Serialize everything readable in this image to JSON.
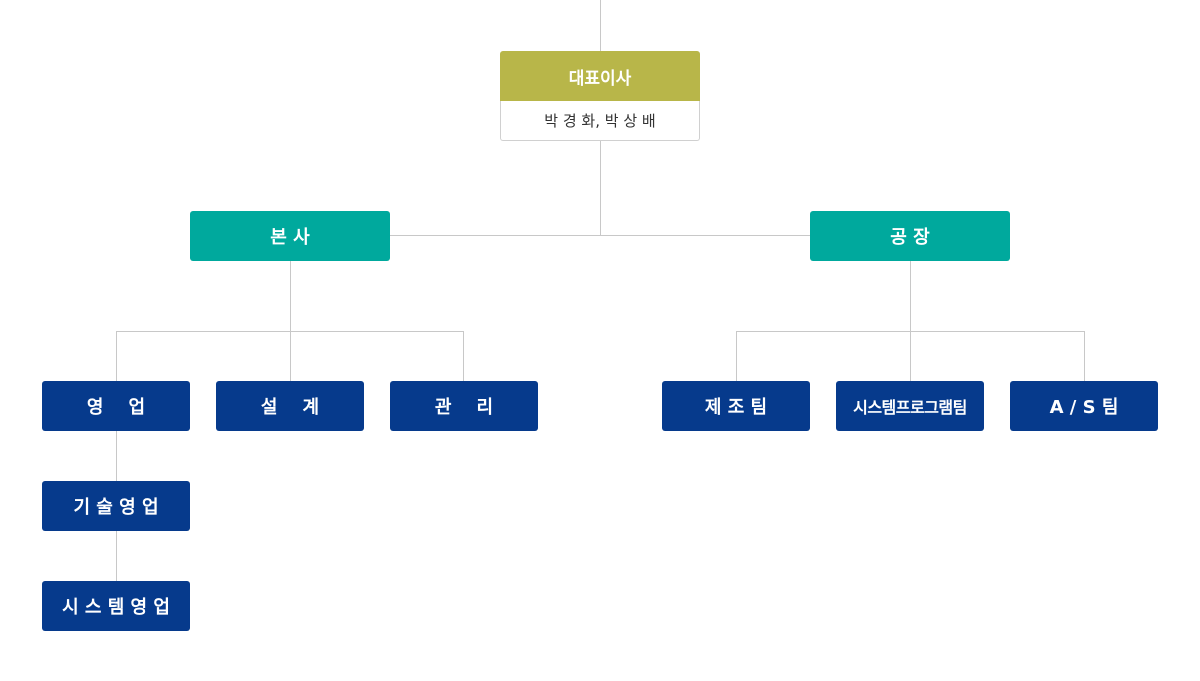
{
  "colors": {
    "ceo": "#b8b649",
    "department": "#00a99d",
    "team": "#063a8c",
    "connector": "#c8c8c8"
  },
  "ceo": {
    "title": "대표이사",
    "names": "박 경 화, 박 상 배"
  },
  "departments": [
    {
      "label": "본 사",
      "teams": [
        {
          "label": "영    업",
          "subteams": [
            "기 술 영 업",
            "시 스 템 영 업"
          ]
        },
        {
          "label": "설    계"
        },
        {
          "label": "관    리"
        }
      ]
    },
    {
      "label": "공 장",
      "teams": [
        {
          "label": "제 조 팀"
        },
        {
          "label": "시스템프로그램팀"
        },
        {
          "label": "A / S 팀"
        }
      ]
    }
  ]
}
